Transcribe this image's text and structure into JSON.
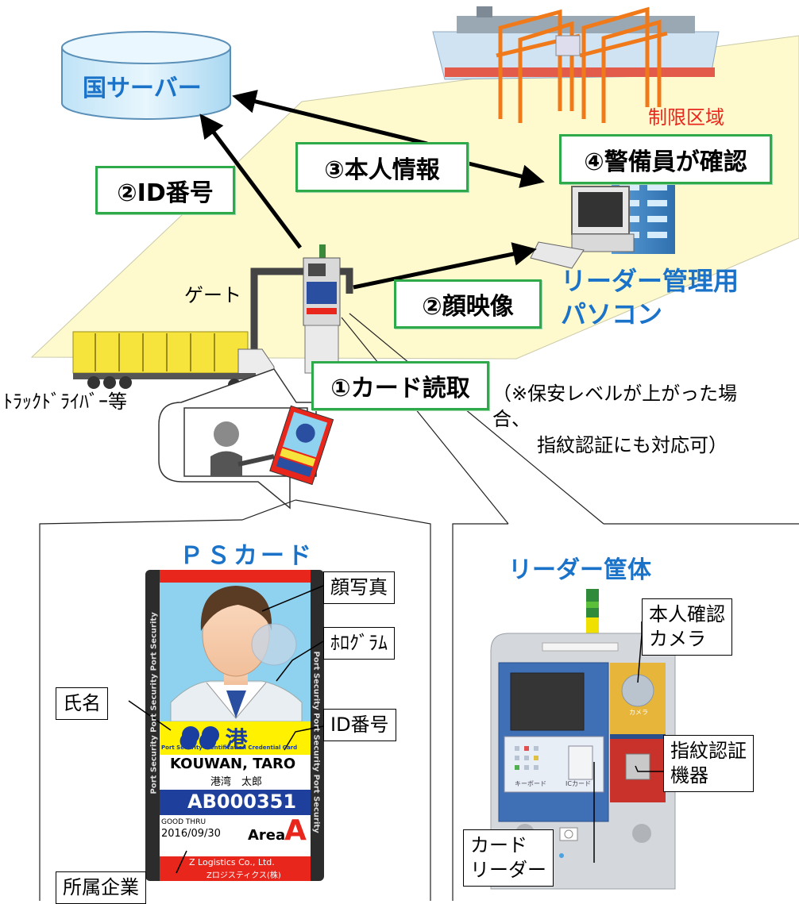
{
  "server": {
    "label": "国サーバー"
  },
  "steps": {
    "id_number": "②ID番号",
    "personal_info": "③本人情報",
    "guard_confirm": "④警備員が確認",
    "face_video": "②顔映像",
    "card_read": "①カード読取"
  },
  "area": {
    "restricted": "制限区域",
    "gate": "ゲート",
    "driver": "ﾄﾗｯｸﾄﾞﾗｲﾊﾞｰ等"
  },
  "pc": {
    "line1": "リーダー管理用",
    "line2": "パソコン"
  },
  "note": {
    "line1": "（※保安レベルが上がった場",
    "line2": "合、",
    "line3": "指紋認証にも対応可）"
  },
  "ps_card": {
    "heading": "ＰＳカード",
    "face_photo": "顔写真",
    "hologram": "ﾎﾛｸﾞﾗﾑ",
    "name": "氏名",
    "id_number": "ID番号",
    "company": "所属企業",
    "side_text": "Port Security Port Security Port Security",
    "port_mark": "●● 港",
    "card_title": "Port Security Identification Credential Card",
    "holder_name": "KOUWAN, TARO",
    "holder_name_jp": "港湾　太郎",
    "card_id": "AB000351",
    "good_thru_label": "GOOD THRU",
    "good_thru": "2016/09/30",
    "area_label": "Area",
    "area_letter": "A",
    "company_en": "Z Logistics Co., Ltd.",
    "company_jp": "Zロジスティクス(株)"
  },
  "reader": {
    "heading": "リーダー筐体",
    "camera_line1": "本人確認",
    "camera_line2": "カメラ",
    "finger_line1": "指紋認証",
    "finger_line2": "機器",
    "card_line1": "カード",
    "card_line2": "リーダー",
    "keypad_label": "キーボード",
    "ic_label": "ICカード",
    "camera_tag": "カメラ"
  },
  "colors": {
    "green": "#2eaa4a",
    "blue": "#1a73c9",
    "red": "#e8261c",
    "yellow": "#fffacd"
  }
}
